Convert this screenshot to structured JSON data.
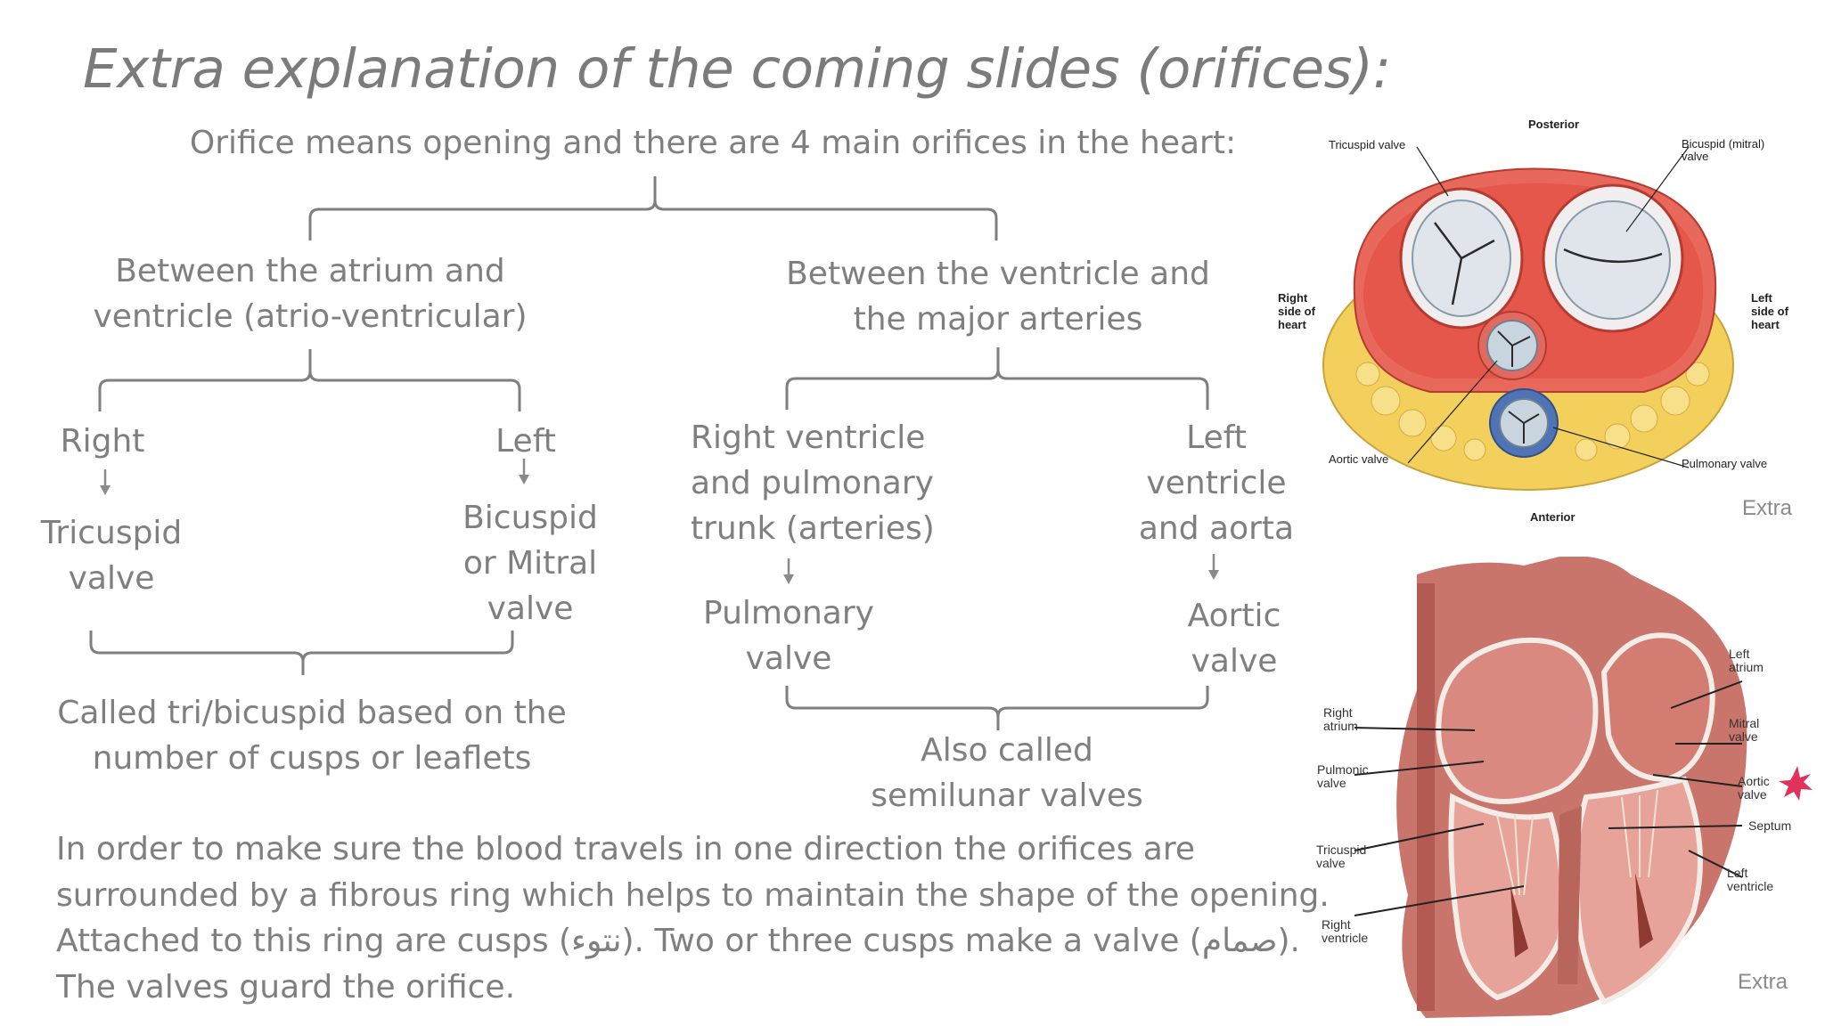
{
  "title": "Extra explanation of the coming slides (orifices):",
  "subtitle": "Orifice means opening and there are 4 main orifices in the heart:",
  "left_branch": {
    "heading_l1": "Between the atrium and",
    "heading_l2": "ventricle (atrio-ventricular)",
    "right_label": "Right",
    "right_valve_l1": "Tricuspid",
    "right_valve_l2": "valve",
    "left_label": "Left",
    "left_valve_l1": "Bicuspid",
    "left_valve_l2": "or Mitral",
    "left_valve_l3": "valve",
    "note_l1": "Called tri/bicuspid based on the",
    "note_l2": "number of cusps or leaflets"
  },
  "right_branch": {
    "heading_l1": "Between the ventricle and",
    "heading_l2": "the major arteries",
    "rv_l1": "Right ventricle",
    "rv_l2": "and pulmonary",
    "rv_l3": "trunk (arteries)",
    "rv_valve_l1": "Pulmonary",
    "rv_valve_l2": "valve",
    "lv_l1": "Left",
    "lv_l2": "ventricle",
    "lv_l3": "and aorta",
    "lv_valve_l1": "Aortic",
    "lv_valve_l2": "valve",
    "note_l1": "Also called",
    "note_l2": "semilunar valves"
  },
  "paragraph": {
    "line1": "In order to make sure the blood travels in one direction the orifices are",
    "line2": "surrounded by a fibrous ring which helps to maintain the shape of the opening.",
    "line3": "Attached to this ring are cusps (نتوء). Two or three cusps make a valve (صمام).",
    "line4": "The valves guard the orifice."
  },
  "figure_top": {
    "posterior": "Posterior",
    "anterior": "Anterior",
    "tricuspid": "Tricuspid valve",
    "bicuspid_l1": "Bicuspid (mitral)",
    "bicuspid_l2": "valve",
    "right_side_l1": "Right",
    "right_side_l2": "side of",
    "right_side_l3": "heart",
    "left_side_l1": "Left",
    "left_side_l2": "side of",
    "left_side_l3": "heart",
    "aortic": "Aortic valve",
    "pulmonary": "Pulmonary valve",
    "extra": "Extra"
  },
  "figure_bottom": {
    "right_atrium_l1": "Right",
    "right_atrium_l2": "atrium",
    "pulmonic_l1": "Pulmonic",
    "pulmonic_l2": "valve",
    "tricuspid_l1": "Tricuspid",
    "tricuspid_l2": "valve",
    "right_ventricle_l1": "Right",
    "right_ventricle_l2": "ventricle",
    "left_atrium_l1": "Left",
    "left_atrium_l2": "atrium",
    "mitral_l1": "Mitral",
    "mitral_l2": "valve",
    "aortic_l1": "Aortic",
    "aortic_l2": "valve",
    "septum": "Septum",
    "left_ventricle_l1": "Left",
    "left_ventricle_l2": "ventricle",
    "extra": "Extra"
  },
  "colors": {
    "text": "#7f7f7f",
    "lines": "#7f7f7f",
    "heart_red": "#e05a4e",
    "fat_yellow": "#f5d36a",
    "valve_gray": "#d8dde3"
  }
}
